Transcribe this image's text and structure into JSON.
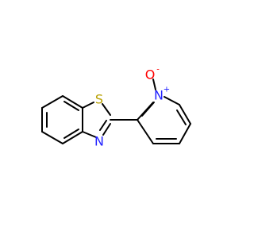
{
  "molecule": {
    "atoms": {
      "sulfur": {
        "symbol": "S",
        "color": "#b8a000"
      },
      "thiazole_nitrogen": {
        "symbol": "N",
        "color": "#2020ff"
      },
      "pyridine_nitrogen": {
        "symbol": "N",
        "color": "#2020ff",
        "charge": "+"
      },
      "oxide_oxygen": {
        "symbol": "O",
        "color": "#ff0000",
        "charge": "-"
      }
    },
    "bond_color": "#000000"
  }
}
